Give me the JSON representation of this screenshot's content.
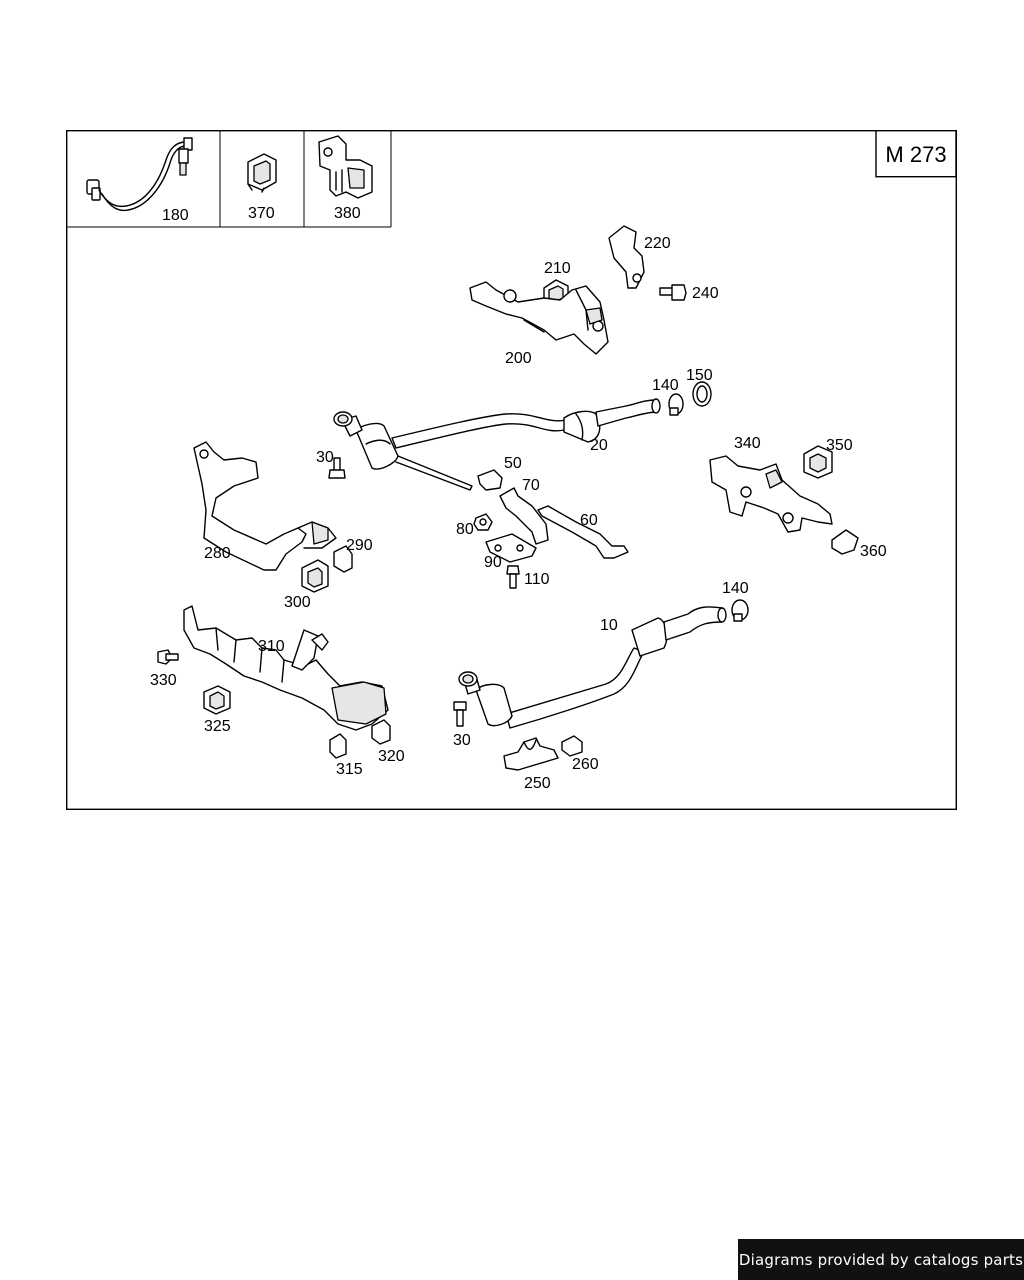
{
  "diagram": {
    "engine_code": "M 273",
    "header_parts": [
      {
        "number": "180",
        "depicts": "oxygen-sensor"
      },
      {
        "number": "370",
        "depicts": "clip"
      },
      {
        "number": "380",
        "depicts": "bracket"
      }
    ],
    "parts": [
      {
        "number": "220"
      },
      {
        "number": "210"
      },
      {
        "number": "240"
      },
      {
        "number": "200"
      },
      {
        "number": "140"
      },
      {
        "number": "150"
      },
      {
        "number": "20"
      },
      {
        "number": "30"
      },
      {
        "number": "50"
      },
      {
        "number": "70"
      },
      {
        "number": "80"
      },
      {
        "number": "60"
      },
      {
        "number": "90"
      },
      {
        "number": "110"
      },
      {
        "number": "280"
      },
      {
        "number": "290"
      },
      {
        "number": "300"
      },
      {
        "number": "340"
      },
      {
        "number": "350"
      },
      {
        "number": "360"
      },
      {
        "number": "140"
      },
      {
        "number": "10"
      },
      {
        "number": "310"
      },
      {
        "number": "330"
      },
      {
        "number": "325"
      },
      {
        "number": "315"
      },
      {
        "number": "320"
      },
      {
        "number": "30"
      },
      {
        "number": "250"
      },
      {
        "number": "260"
      }
    ]
  },
  "footer": {
    "text": "Diagrams provided by catalogs parts"
  },
  "colors": {
    "line": "#000000",
    "background": "#ffffff",
    "banner": "#111111",
    "banner_text": "#ffffff"
  }
}
